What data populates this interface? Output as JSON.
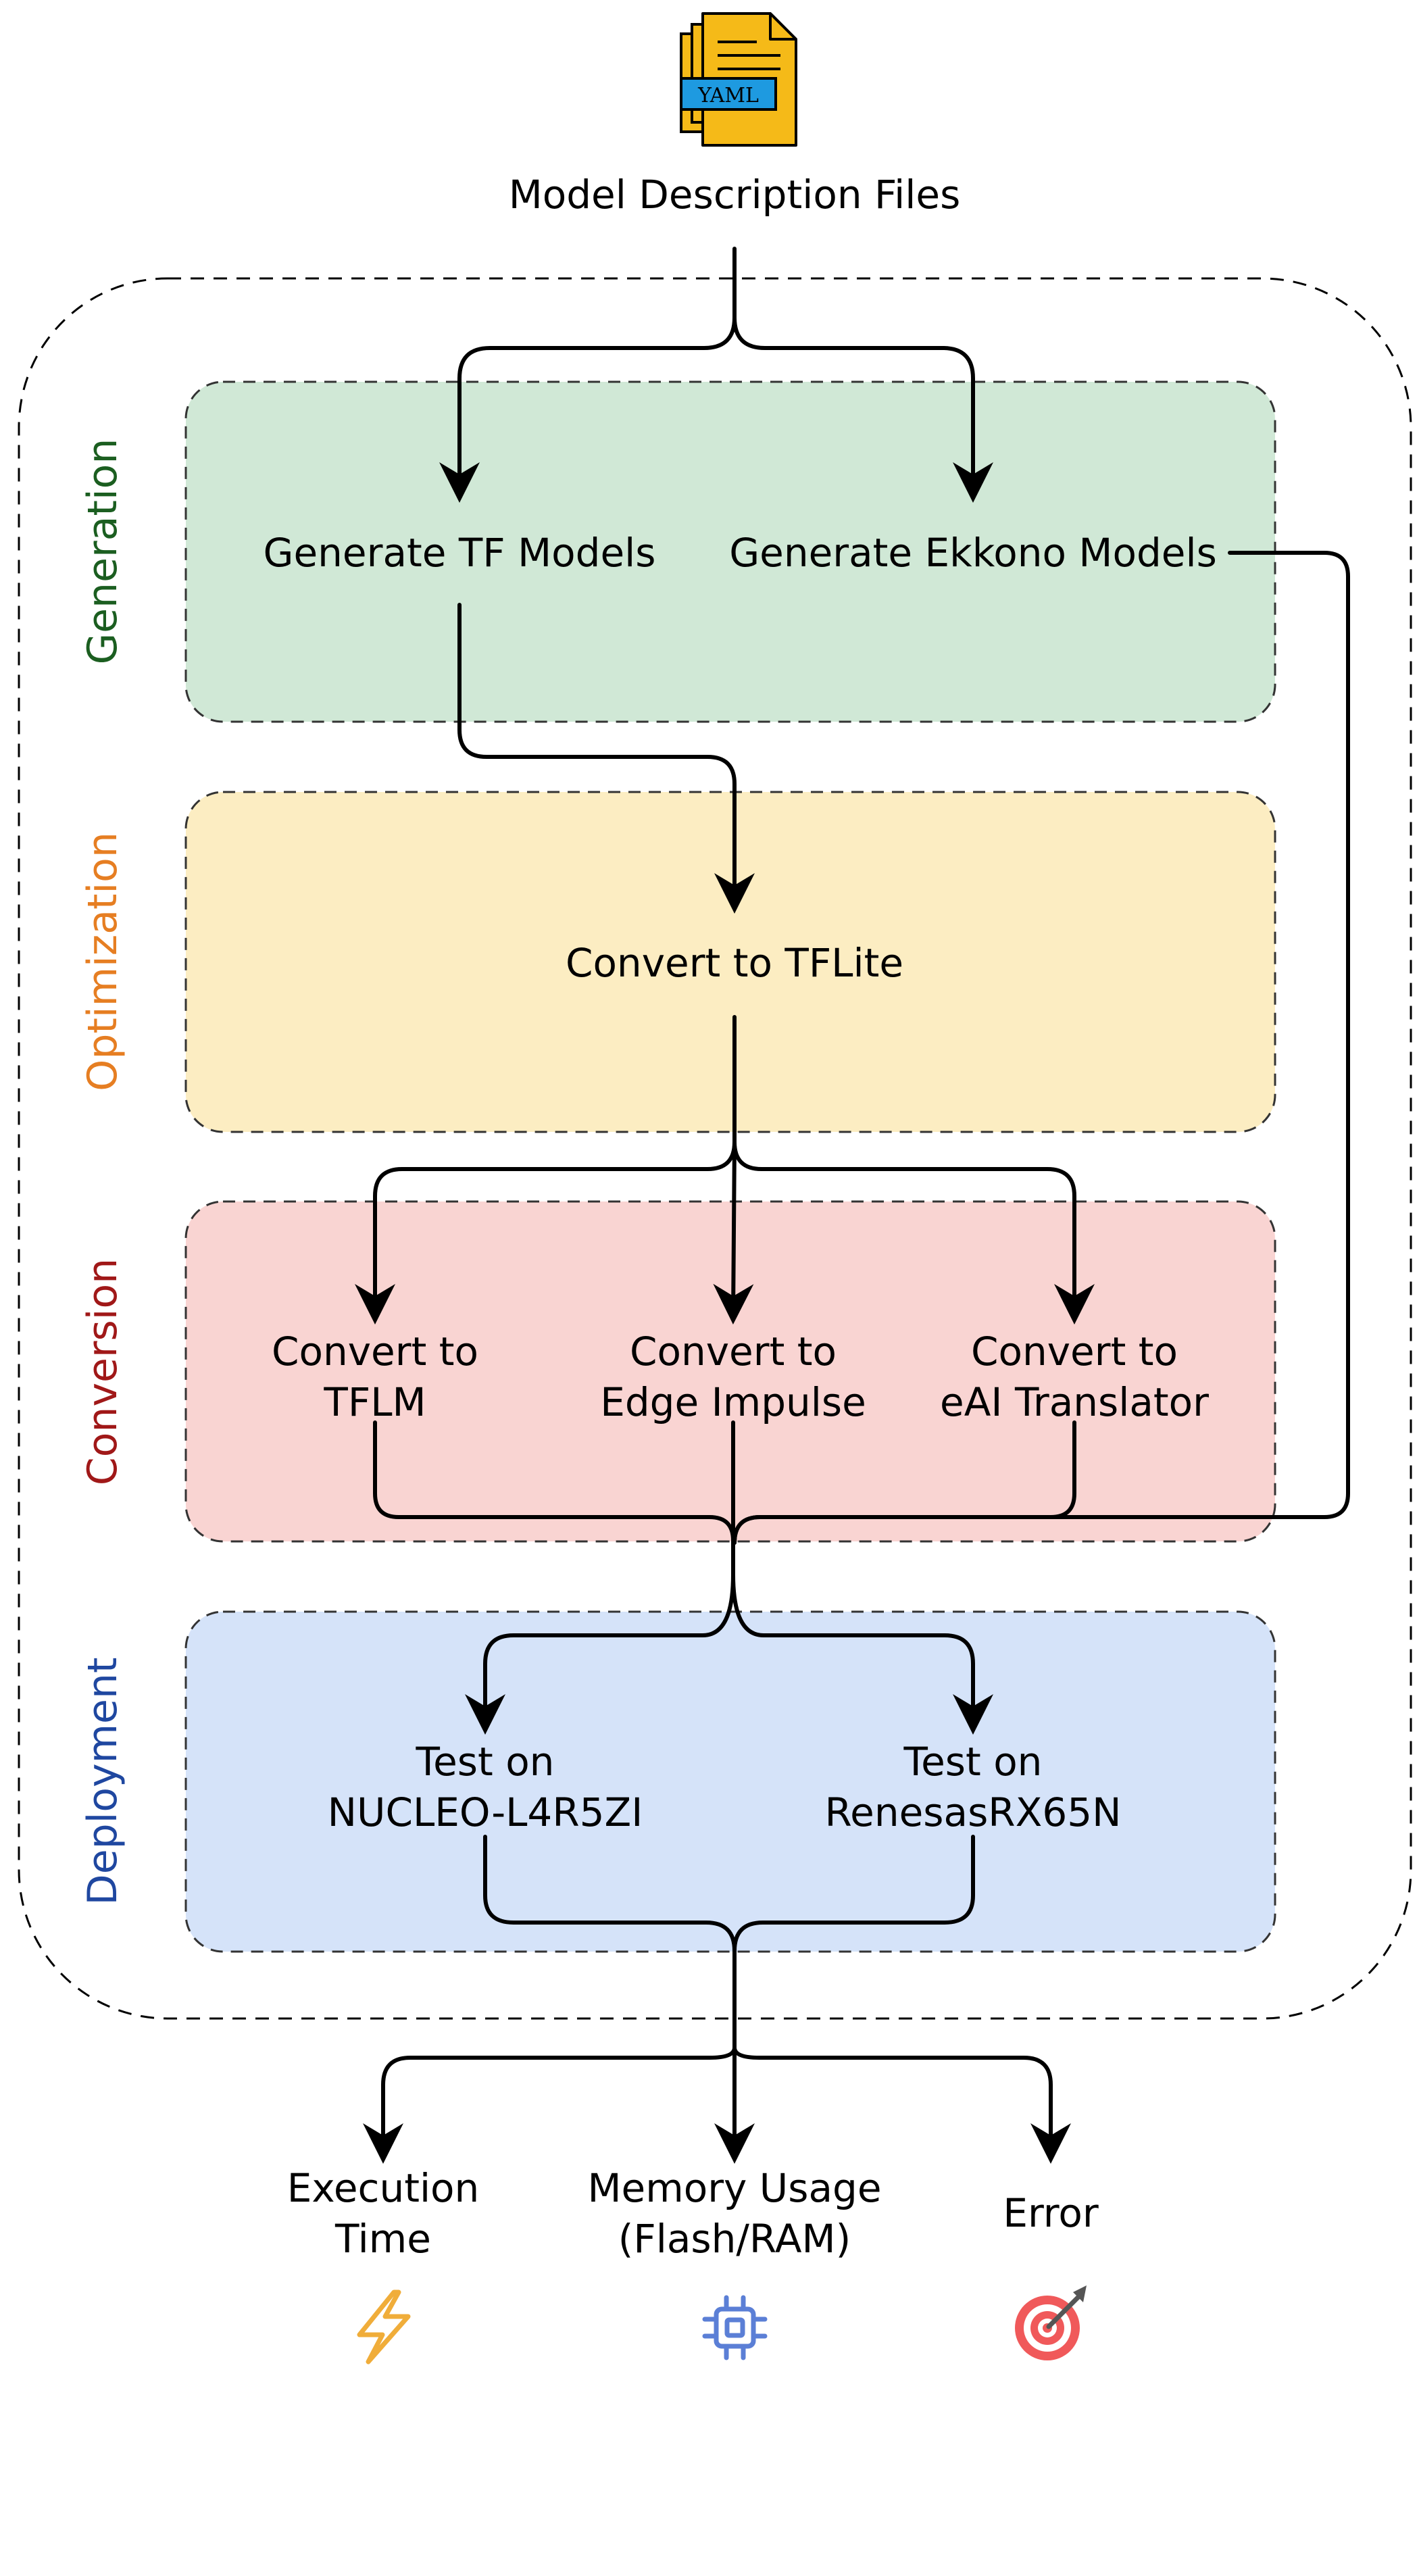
{
  "source": {
    "icon_label": "YAML",
    "title": "Model Description Files"
  },
  "stages": {
    "generation": {
      "label": "Generation",
      "color": "#1B5E20",
      "fill": "#D0E8D6",
      "nodes": [
        "Generate TF Models",
        "Generate Ekkono Models"
      ]
    },
    "optimization": {
      "label": "Optimization",
      "color": "#E67E22",
      "fill": "#FCEDC2",
      "nodes": [
        "Convert to TFLite"
      ]
    },
    "conversion": {
      "label": "Conversion",
      "color": "#A01818",
      "fill": "#F9D4D2",
      "nodes": [
        [
          "Convert to",
          "TFLM"
        ],
        [
          "Convert to",
          "Edge Impulse"
        ],
        [
          "Convert to",
          "eAI Translator"
        ]
      ]
    },
    "deployment": {
      "label": "Deployment",
      "color": "#1F47A0",
      "fill": "#D5E3F9",
      "nodes": [
        [
          "Test on",
          "NUCLEO-L4R5ZI"
        ],
        [
          "Test on",
          "RenesasRX65N"
        ]
      ]
    }
  },
  "outputs": [
    {
      "lines": [
        "Execution",
        "Time"
      ],
      "icon": "lightning-icon",
      "color": "#F0AD3A"
    },
    {
      "lines": [
        "Memory Usage",
        "(Flash/RAM)"
      ],
      "icon": "chip-icon",
      "color": "#5B7FD6"
    },
    {
      "lines": [
        "Error"
      ],
      "icon": "target-icon",
      "color": "#F0595A"
    }
  ],
  "colors": {
    "line": "#000000",
    "yaml_doc": "#F5BA18",
    "yaml_tag": "#1E9AE0"
  }
}
